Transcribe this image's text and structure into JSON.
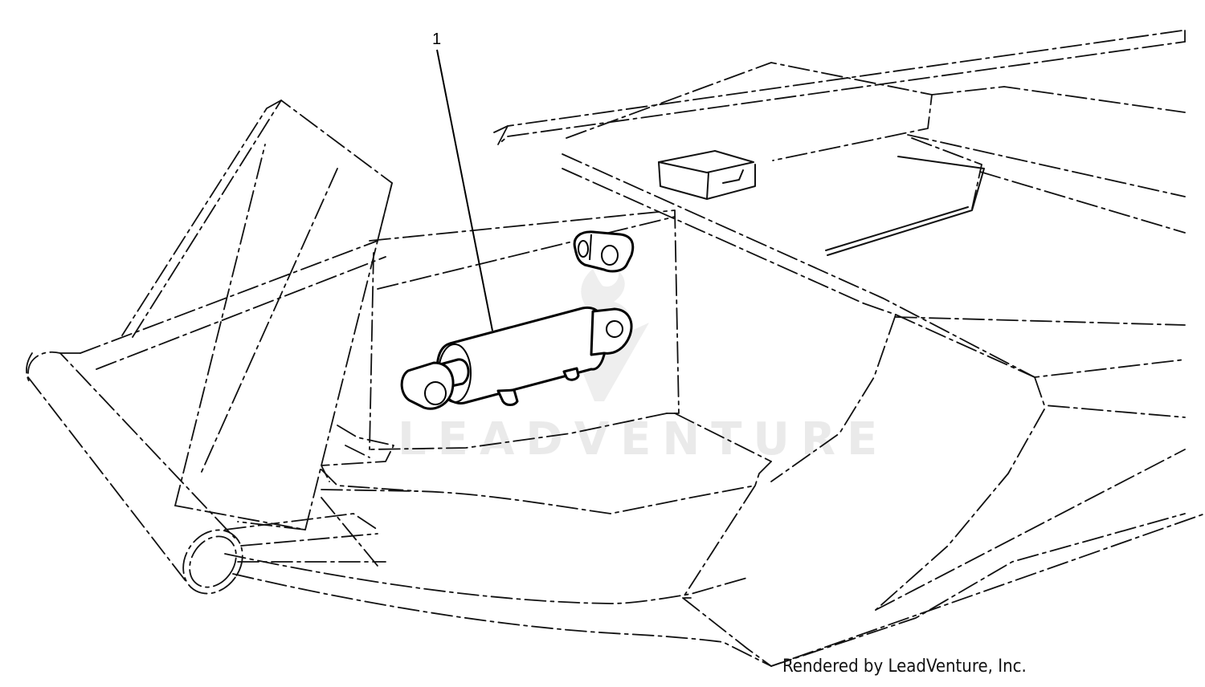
{
  "diagram": {
    "callouts": [
      {
        "label": "1",
        "part": "hydraulic-cylinder"
      }
    ]
  },
  "watermark": {
    "text": "LEADVENTURE"
  },
  "footer": {
    "credit": "Rendered by LeadVenture, Inc."
  },
  "colors": {
    "line": "#111111",
    "background": "#ffffff",
    "watermark": "#d2d2d2"
  }
}
